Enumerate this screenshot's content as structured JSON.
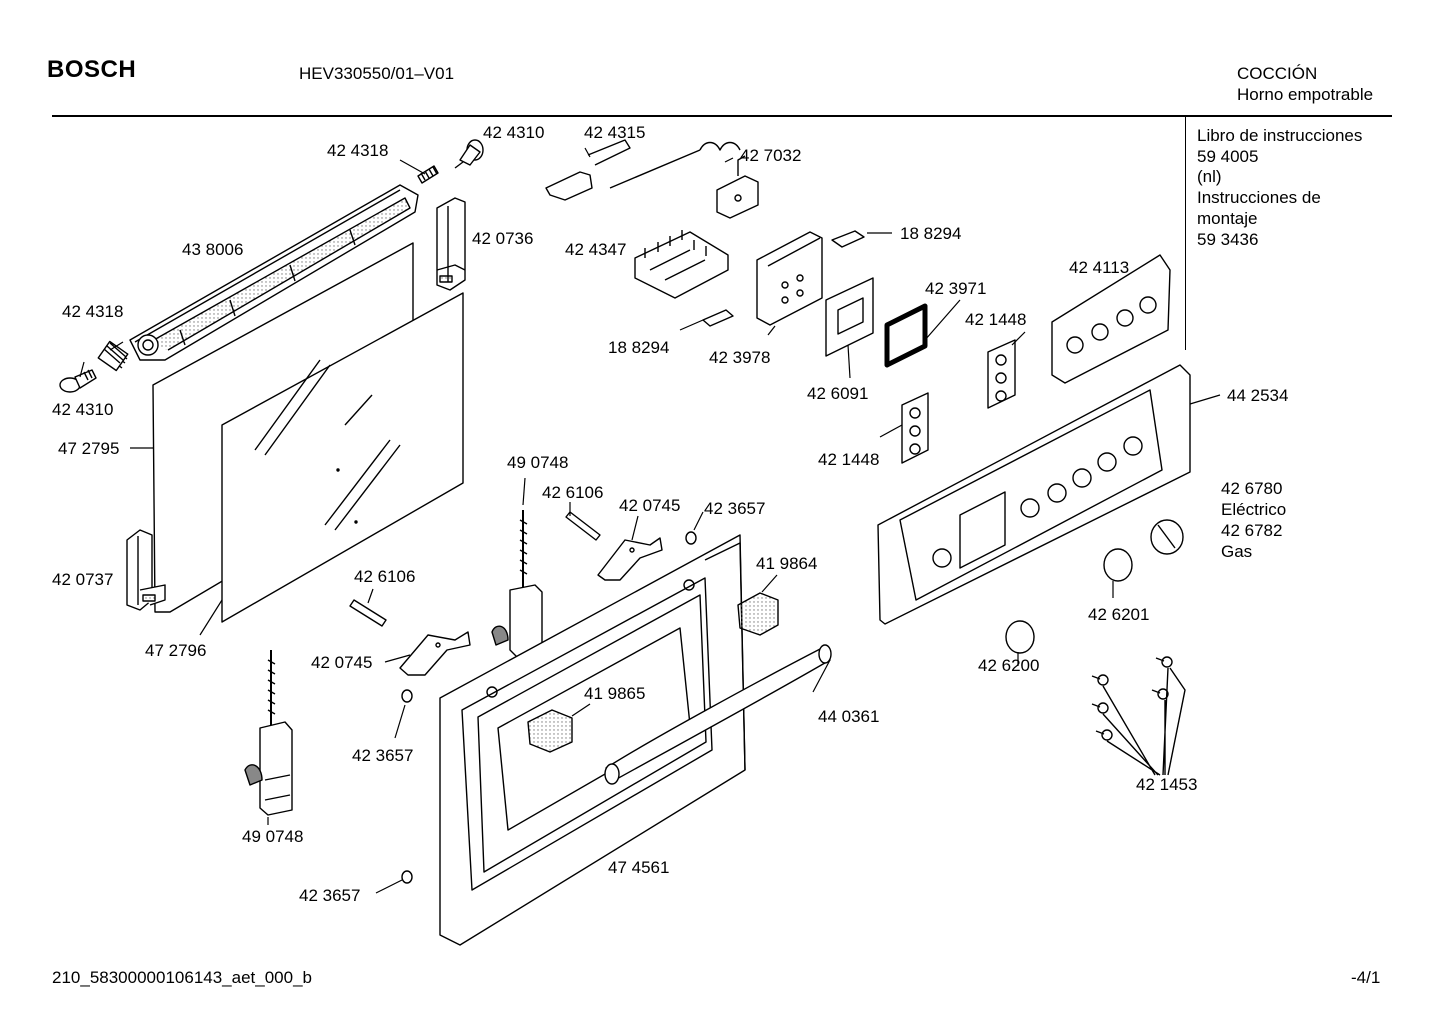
{
  "header": {
    "brand": "BOSCH",
    "model": "HEV330550/01–V01",
    "category_line1": "COCCIÓN",
    "category_line2": "Horno empotrable"
  },
  "documents": {
    "lines": [
      "Libro de instrucciones",
      "59 4005",
      "(nl)",
      "Instrucciones de",
      "montaje",
      "59 3436"
    ]
  },
  "knob_info": {
    "lines": [
      "42 6780",
      "Eléctrico",
      "42 6782",
      "Gas"
    ]
  },
  "footer": {
    "code": "210_58300000106143_aet_000_b",
    "page": "-4/1"
  },
  "part_labels": [
    "42 4318",
    "42 4310",
    "42 4315",
    "42 7032",
    "43 8006",
    "42 0736",
    "42 4347",
    "18 8294",
    "42 4318",
    "42 4310",
    "18 8294",
    "42 3978",
    "42 3971",
    "42 1448",
    "42 4113",
    "42 6091",
    "47 2795",
    "42 1448",
    "44 2534",
    "49 0748",
    "42 6106",
    "42 0745",
    "42 3657",
    "42 0737",
    "42 6106",
    "41 9864",
    "47 2796",
    "42 0745",
    "41 9865",
    "44 0361",
    "42 6201",
    "42 6200",
    "42 3657",
    "49 0748",
    "42 1453",
    "47 4561",
    "42 3657"
  ]
}
